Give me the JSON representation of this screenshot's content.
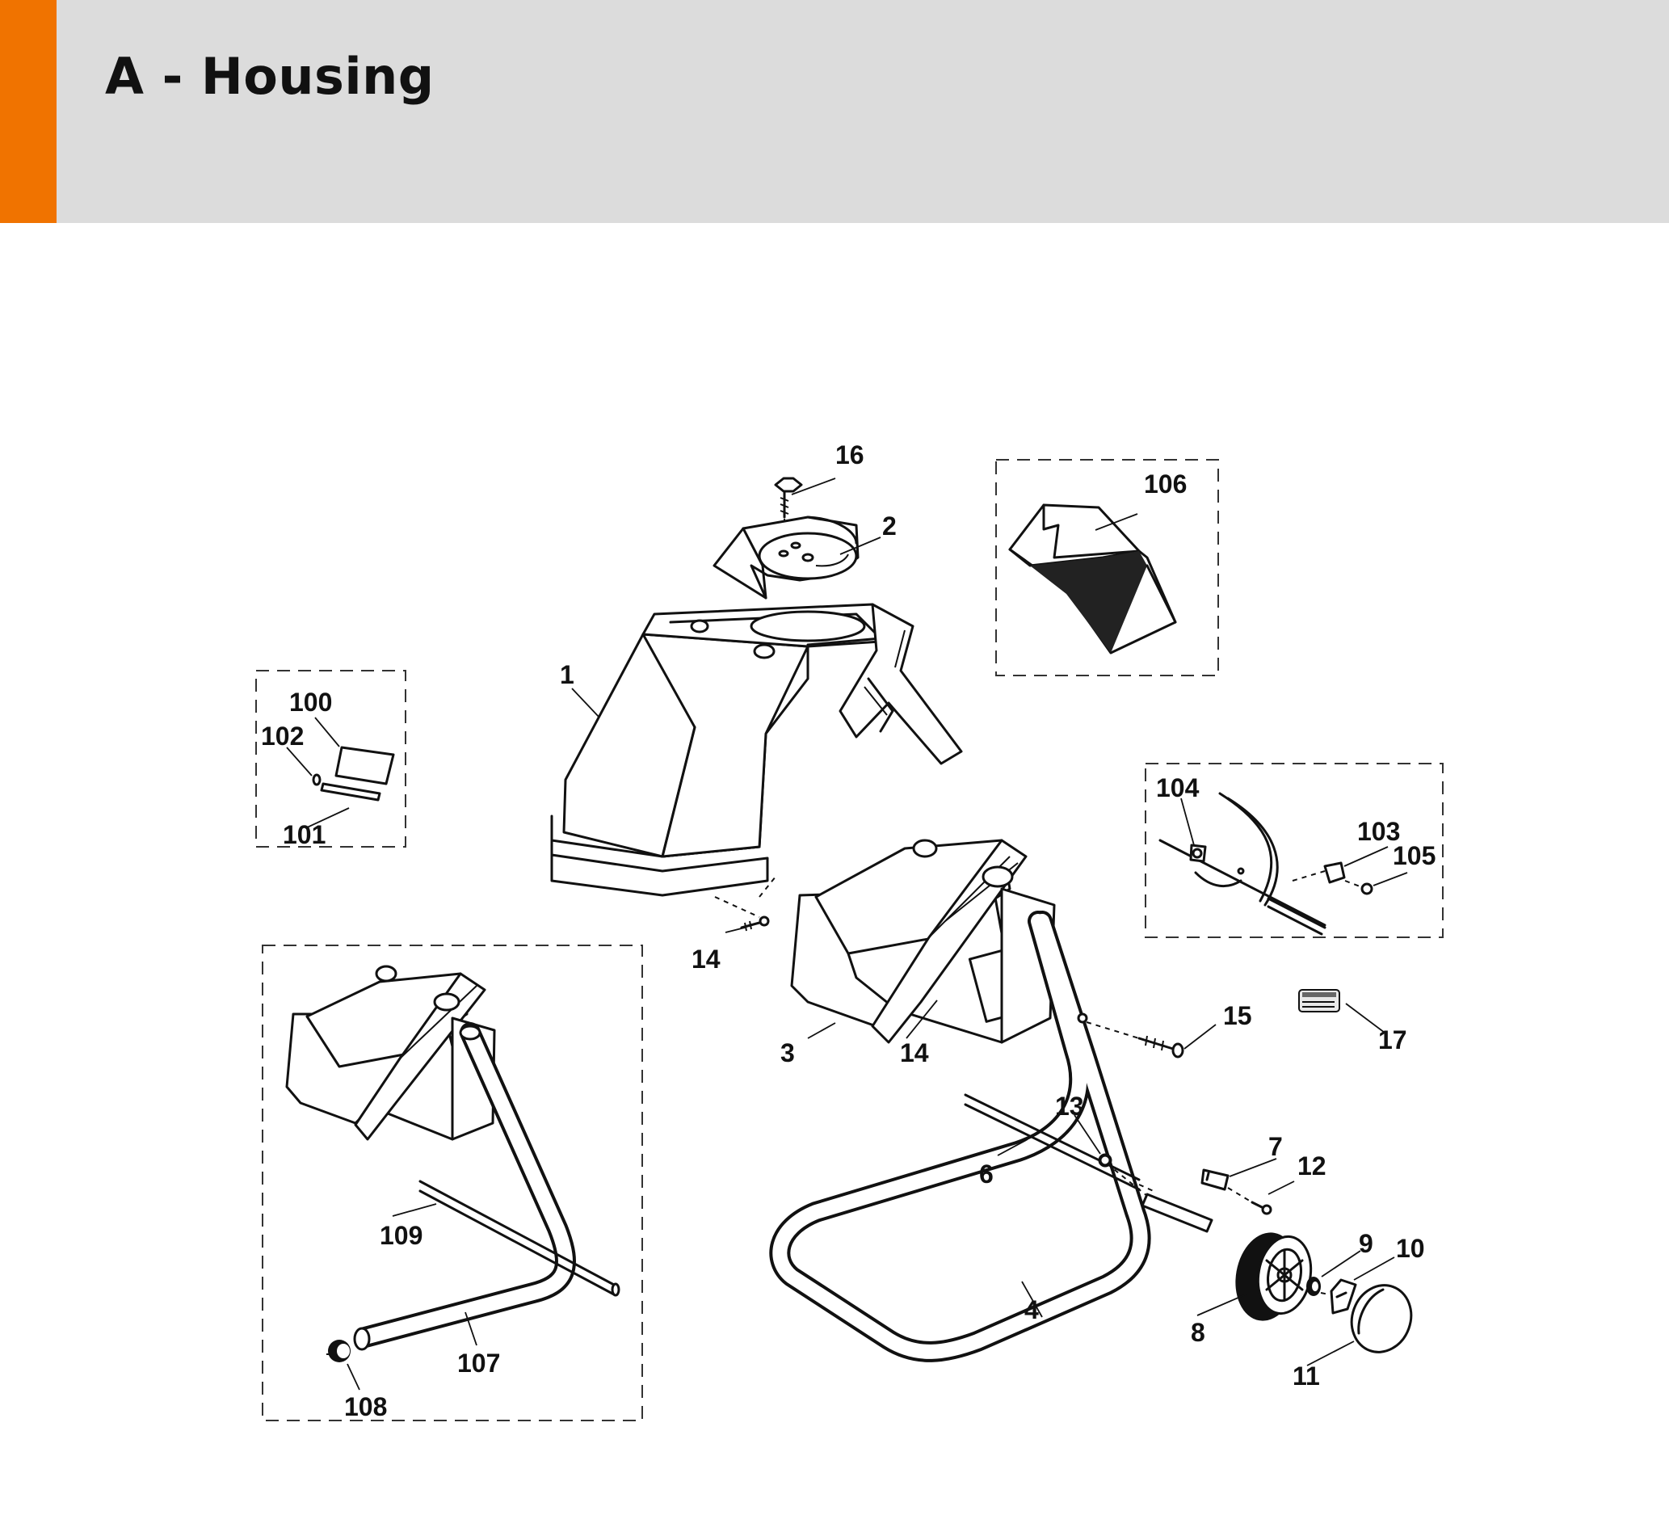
{
  "header": {
    "title": "A - Housing",
    "accent_color": "#f07300",
    "background_color": "#dcdcdc"
  },
  "callouts": {
    "c1": "1",
    "c2": "2",
    "c3": "3",
    "c4": "4",
    "c6": "6",
    "c7": "7",
    "c8": "8",
    "c9": "9",
    "c10": "10",
    "c11": "11",
    "c12": "12",
    "c13": "13",
    "c14a": "14",
    "c14b": "14",
    "c15": "15",
    "c16": "16",
    "c17": "17",
    "c100": "100",
    "c101": "101",
    "c102": "102",
    "c103": "103",
    "c104": "104",
    "c105": "105",
    "c106": "106",
    "c107": "107",
    "c108": "108",
    "c109": "109"
  }
}
